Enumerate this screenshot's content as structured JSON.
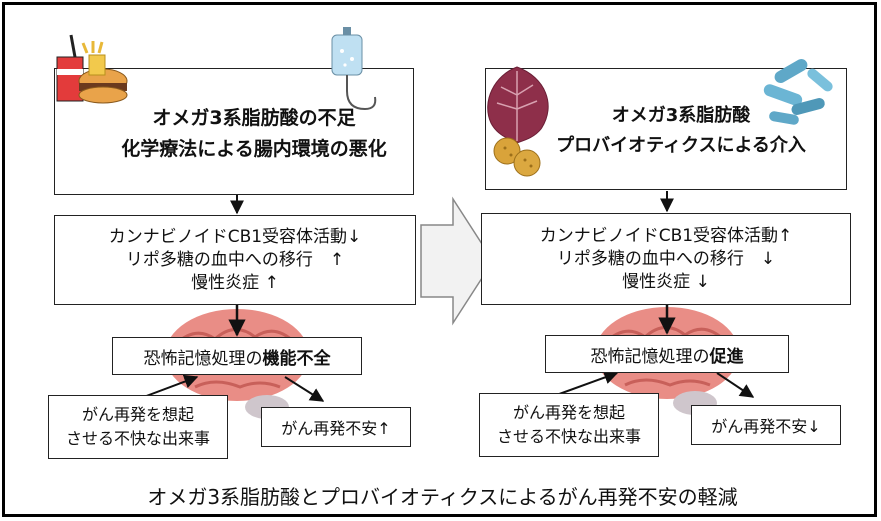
{
  "left": {
    "cause_lines": [
      "オメガ3系脂肪酸の不足",
      "化学療法による腸内環境の悪化"
    ],
    "effects_lines": [
      "カンナビノイドCB1受容体活動↓",
      "リポ多糖の血中への移行　↑",
      "慢性炎症 ↑"
    ],
    "memory_prefix": "恐怖記憶処理の",
    "memory_emphasis": "機能不全",
    "trigger_lines": [
      "がん再発を想起",
      "させる不快な出来事"
    ],
    "anxiety": "がん再発不安↑"
  },
  "right": {
    "cause_lines": [
      "オメガ3系脂肪酸",
      "プロバイオティクスによる介入"
    ],
    "effects_lines": [
      "カンナビノイドCB1受容体活動↑",
      "リポ多糖の血中への移行　↓",
      "慢性炎症 ↓"
    ],
    "memory_prefix": "恐怖記憶処理の",
    "memory_emphasis": "促進",
    "trigger_lines": [
      "がん再発を想起",
      "させる不快な出来事"
    ],
    "anxiety": "がん再発不安↓"
  },
  "caption": "オメガ3系脂肪酸とプロバイオティクスによるがん再発不安の軽減",
  "icons": [
    "fast-food-icon",
    "iv-drip-icon",
    "perilla-leaf-icon",
    "seeds-icon",
    "bacteria-icon",
    "brain-icon",
    "transition-arrow-icon"
  ],
  "colors": {
    "brain": "#e98d86",
    "brain_dark": "#d46f69",
    "leaf": "#8e2f4a",
    "bacteria": "#5fa8c8",
    "seed": "#d9a33a",
    "arrow_fill": "#f2f2f2"
  }
}
